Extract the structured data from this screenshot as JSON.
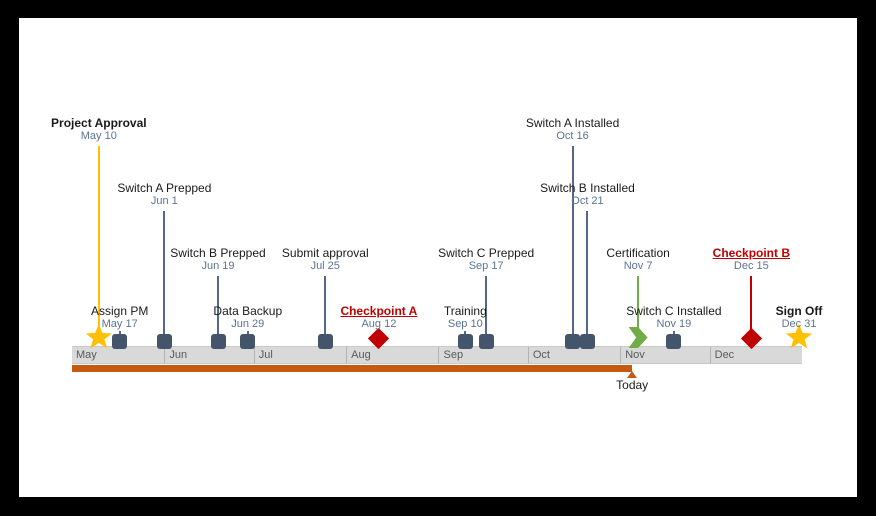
{
  "chart_data": {
    "type": "timeline",
    "title": "Project milestone timeline",
    "axis": {
      "start": "May 1",
      "end": "Dec 31",
      "total_days": 245,
      "months": [
        {
          "label": "May",
          "days": 31
        },
        {
          "label": "Jun",
          "days": 30
        },
        {
          "label": "Jul",
          "days": 31
        },
        {
          "label": "Aug",
          "days": 31
        },
        {
          "label": "Sep",
          "days": 30
        },
        {
          "label": "Oct",
          "days": 31
        },
        {
          "label": "Nov",
          "days": 30
        },
        {
          "label": "Dec",
          "days": 31
        }
      ]
    },
    "milestones": [
      {
        "label": "Project Approval",
        "date": "May 10",
        "day": 9,
        "tier": 1,
        "marker": "star",
        "style": "strong",
        "line": "#ffc000"
      },
      {
        "label": "Assign PM",
        "date": "May 17",
        "day": 16,
        "tier": 4,
        "marker": "square",
        "style": "normal",
        "line": "#56688a"
      },
      {
        "label": "Switch A Prepped",
        "date": "Jun 1",
        "day": 31,
        "tier": 2,
        "marker": "square",
        "style": "normal",
        "line": "#56688a"
      },
      {
        "label": "Switch B Prepped",
        "date": "Jun 19",
        "day": 49,
        "tier": 3,
        "marker": "square",
        "style": "normal",
        "line": "#56688a"
      },
      {
        "label": "Data Backup",
        "date": "Jun 29",
        "day": 59,
        "tier": 4,
        "marker": "square",
        "style": "normal",
        "line": "#56688a"
      },
      {
        "label": "Submit approval",
        "date": "Jul 25",
        "day": 85,
        "tier": 3,
        "marker": "square",
        "style": "normal",
        "line": "#56688a"
      },
      {
        "label": "Checkpoint A",
        "date": "Aug 12",
        "day": 103,
        "tier": 4,
        "marker": "diamond",
        "style": "checkpoint",
        "line": null
      },
      {
        "label": "Training",
        "date": "Sep 10",
        "day": 132,
        "tier": 4,
        "marker": "square",
        "style": "normal",
        "line": "#56688a"
      },
      {
        "label": "Switch C Prepped",
        "date": "Sep 17",
        "day": 139,
        "tier": 3,
        "marker": "square",
        "style": "normal",
        "line": "#56688a"
      },
      {
        "label": "Switch A Installed",
        "date": "Oct 16",
        "day": 168,
        "tier": 1,
        "marker": "square",
        "style": "normal",
        "line": "#56688a"
      },
      {
        "label": "Switch B Installed",
        "date": "Oct 21",
        "day": 173,
        "tier": 2,
        "marker": "square",
        "style": "normal",
        "line": "#56688a"
      },
      {
        "label": "Certification",
        "date": "Nov 7",
        "day": 190,
        "tier": 3,
        "marker": "chevron",
        "style": "normal",
        "line": "#70ad47"
      },
      {
        "label": "Switch C Installed",
        "date": "Nov 19",
        "day": 202,
        "tier": 4,
        "marker": "square",
        "style": "normal",
        "line": "#56688a"
      },
      {
        "label": "Checkpoint B",
        "date": "Dec 15",
        "day": 228,
        "tier": 3,
        "marker": "diamond",
        "style": "checkpoint",
        "line": "#c00000"
      },
      {
        "label": "Sign Off",
        "date": "Dec 31",
        "day": 244,
        "tier": 4,
        "marker": "star",
        "style": "strong",
        "line": null
      }
    ],
    "today": {
      "label": "Today",
      "day": 188
    },
    "colors": {
      "marker_square": "#44546a",
      "marker_star": "#ffc000",
      "marker_diamond": "#c00000",
      "marker_chevron": "#70ad47",
      "leader_line": "#56688a",
      "progress_bar": "#c55a11",
      "band_fill": "#d9d9d9",
      "month_text": "#595959",
      "date_text": "#5b7394",
      "label_text": "#1a1a1a",
      "checkpoint_text": "#c00000"
    }
  }
}
